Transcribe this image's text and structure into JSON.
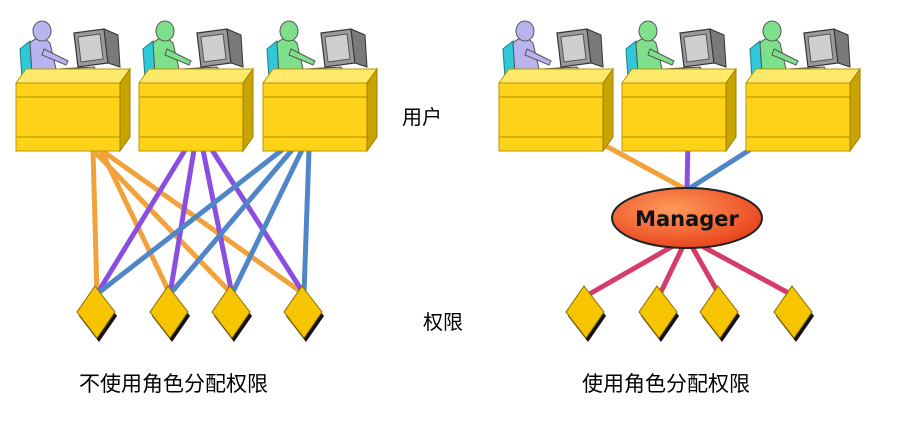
{
  "labels": {
    "users": "用户",
    "permissions": "权限",
    "caption_left": "不使用角色分配权限",
    "caption_right": "使用角色分配权限",
    "role": "Manager"
  },
  "colors": {
    "desk_top": "#FFE96A",
    "desk_front": "#FFD21A",
    "desk_shadow": "#C9A400",
    "user_lavender": "#B9B4F0",
    "user_green": "#7EE08A",
    "chair_cyan": "#2EC8D8",
    "monitor_gray": "#9A9A9A",
    "line_orange": "#F2A23A",
    "line_purple": "#8A4FE0",
    "line_blue": "#4F86C8",
    "line_pink": "#D63C6A",
    "diamond_fill": "#F7C400",
    "role_oval": "#F0541E"
  },
  "icons": [
    "workstation-user-icon",
    "permission-diamond-icon",
    "role-oval-icon"
  ]
}
